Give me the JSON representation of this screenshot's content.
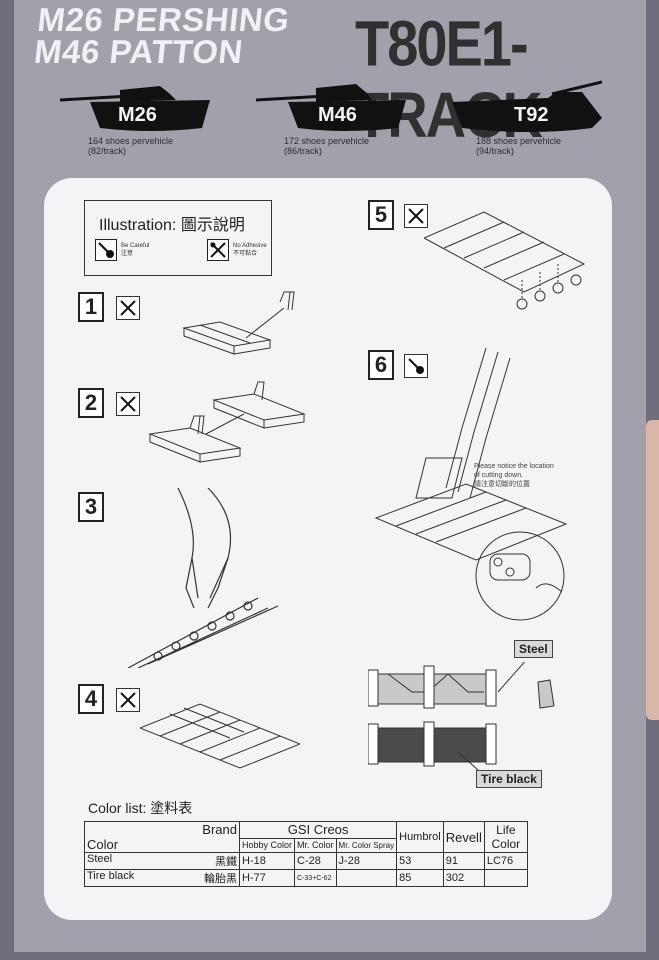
{
  "header": {
    "model_line1": "M26 PERSHING",
    "model_line2": "M46 PATTON",
    "product": "T80E1-TRACK"
  },
  "tanks": [
    {
      "code": "M26",
      "shoes": "164 shoes pervehicle",
      "per_track": "(82/track)"
    },
    {
      "code": "M46",
      "shoes": "172 shoes pervehicle",
      "per_track": "(86/track)"
    },
    {
      "code": "T92",
      "shoes": "188 shoes pervehicle",
      "per_track": "(94/track)"
    }
  ],
  "illustration": {
    "title": "Illustration: 圖示說明",
    "careful_en": "Be Careful",
    "careful_zh": "注意",
    "noglue_en": "No Adhesive",
    "noglue_zh": "不可黏合"
  },
  "steps": [
    "1",
    "2",
    "3",
    "4",
    "5",
    "6"
  ],
  "step6_notes": {
    "en1": "Please notice the location",
    "en2": "of cutting down.",
    "zh": "請注意切斷的位置"
  },
  "labels": {
    "steel": "Steel",
    "tire_black": "Tire black"
  },
  "color_list": {
    "title": "Color list: 塗料表",
    "brand_header": "Brand",
    "color_header": "Color",
    "gsi": "GSI Creos",
    "hobby": "Hobby Color",
    "mr_color": "Mr. Color",
    "mr_spray": "Mr. Color Spray",
    "humbrol": "Humbrol",
    "revell": "Revell",
    "life_color": "Life Color",
    "rows": [
      {
        "name": "Steel",
        "zh": "黑鐵",
        "hobby": "H-18",
        "mr": "C-28",
        "spray": "J-28",
        "humbrol": "53",
        "revell": "91",
        "life": "LC76"
      },
      {
        "name": "Tire black",
        "zh": "輪胎黑",
        "hobby": "H-77",
        "mr": "C-33+C-62",
        "spray": "",
        "humbrol": "85",
        "revell": "302",
        "life": ""
      }
    ]
  },
  "colors": {
    "sheet": "#a2a1ab",
    "panel": "#f4f4f6",
    "title_white": "#f1f0f4",
    "title_dark": "#303030"
  }
}
